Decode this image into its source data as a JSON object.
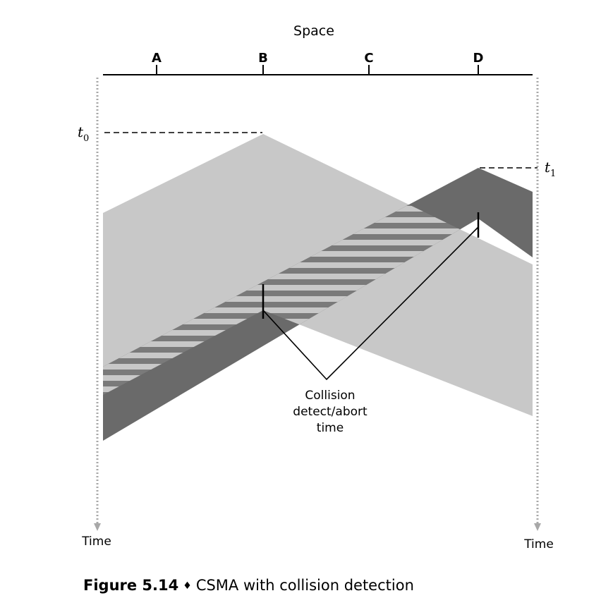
{
  "diagram": {
    "axis_title": "Space",
    "stations": [
      "A",
      "B",
      "C",
      "D"
    ],
    "time_label_left": "Time",
    "time_label_right": "Time",
    "t0": {
      "symbol": "t",
      "subscript": "0"
    },
    "t1": {
      "symbol": "t",
      "subscript": "1"
    },
    "callout": [
      "Collision",
      "detect/abort",
      "time"
    ]
  },
  "caption": {
    "number": "Figure 5.14",
    "separator": "♦",
    "text": "CSMA with collision detection"
  }
}
